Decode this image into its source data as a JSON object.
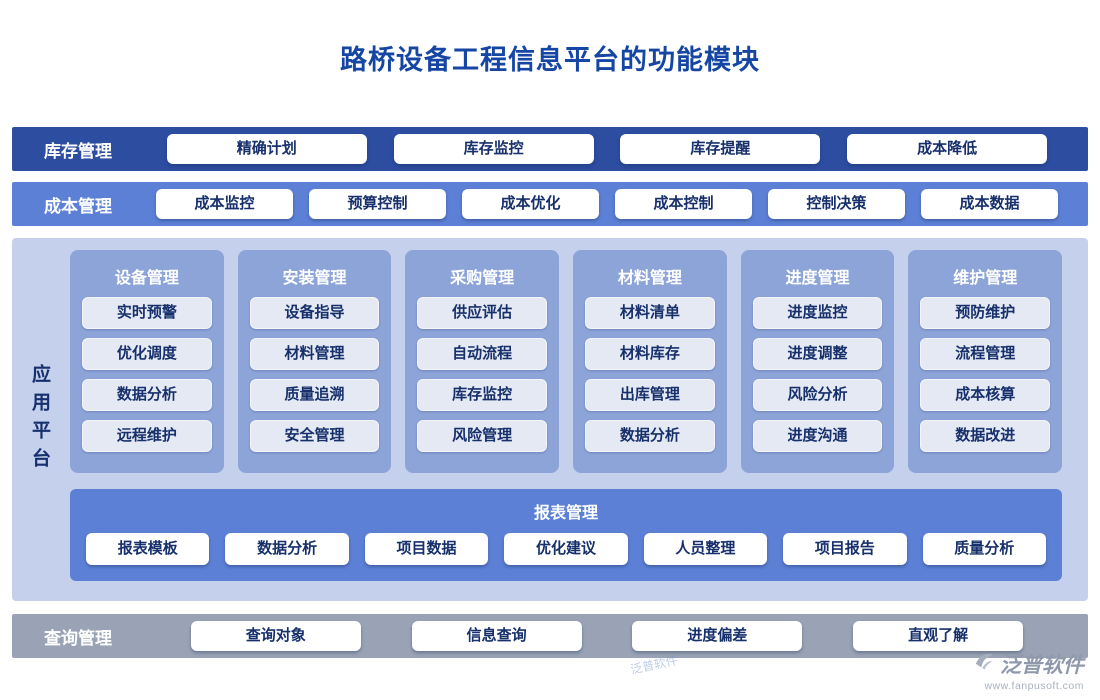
{
  "title": "路桥设备工程信息平台的功能模块",
  "rows": {
    "inventory": {
      "label": "库存管理",
      "items": [
        "精确计划",
        "库存监控",
        "库存提醒",
        "成本降低"
      ]
    },
    "cost": {
      "label": "成本管理",
      "items": [
        "成本监控",
        "预算控制",
        "成本优化",
        "成本控制",
        "控制决策",
        "成本数据"
      ]
    }
  },
  "platform": {
    "label": "应用平台",
    "columns": [
      {
        "title": "设备管理",
        "items": [
          "实时预警",
          "优化调度",
          "数据分析",
          "远程维护"
        ]
      },
      {
        "title": "安装管理",
        "items": [
          "设备指导",
          "材料管理",
          "质量追溯",
          "安全管理"
        ]
      },
      {
        "title": "采购管理",
        "items": [
          "供应评估",
          "自动流程",
          "库存监控",
          "风险管理"
        ]
      },
      {
        "title": "材料管理",
        "items": [
          "材料清单",
          "材料库存",
          "出库管理",
          "数据分析"
        ]
      },
      {
        "title": "进度管理",
        "items": [
          "进度监控",
          "进度调整",
          "风险分析",
          "进度沟通"
        ]
      },
      {
        "title": "维护管理",
        "items": [
          "预防维护",
          "流程管理",
          "成本核算",
          "数据改进"
        ]
      }
    ],
    "report": {
      "title": "报表管理",
      "items": [
        "报表模板",
        "数据分析",
        "项目数据",
        "优化建议",
        "人员整理",
        "项目报告",
        "质量分析"
      ]
    }
  },
  "query": {
    "label": "查询管理",
    "items": [
      "查询对象",
      "信息查询",
      "进度偏差",
      "直观了解"
    ]
  },
  "footer": {
    "brand": "泛普软件",
    "url": "www.fanpusoft.com",
    "watermark": "泛普软件"
  },
  "colors": {
    "title_text": "#1646a3",
    "band_dark": "#2c4da0",
    "band_mid": "#5c80d5",
    "band_grey": "#99a3b5",
    "platform_bg": "#c4d0ec",
    "panel_bg": "#8da4d9",
    "cell_bg": "#e4e9f4",
    "navy_text": "#17306b",
    "white": "#ffffff"
  }
}
